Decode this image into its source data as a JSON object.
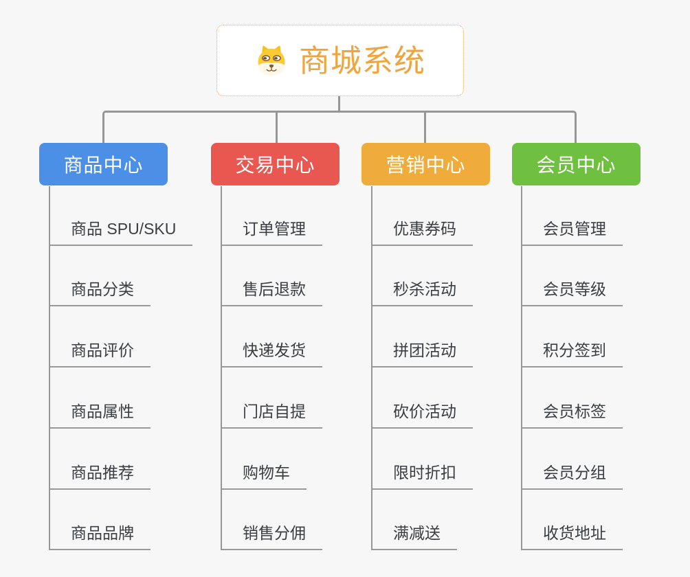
{
  "root": {
    "title": "商城系统",
    "icon": "doge-icon",
    "border_color": "#F0A945",
    "text_color": "#F0A43E"
  },
  "connector_color": "#969696",
  "branches": [
    {
      "label": "商品中心",
      "color": "#4B8FE7",
      "children": [
        "商品 SPU/SKU",
        "商品分类",
        "商品评价",
        "商品属性",
        "商品推荐",
        "商品品牌"
      ]
    },
    {
      "label": "交易中心",
      "color": "#E85750",
      "children": [
        "订单管理",
        "售后退款",
        "快递发货",
        "门店自提",
        "购物车",
        "销售分佣"
      ]
    },
    {
      "label": "营销中心",
      "color": "#EFAC3B",
      "children": [
        "优惠券码",
        "秒杀活动",
        "拼团活动",
        "砍价活动",
        "限时折扣",
        "满减送"
      ]
    },
    {
      "label": "会员中心",
      "color": "#6FC040",
      "children": [
        "会员管理",
        "会员等级",
        "积分签到",
        "会员标签",
        "会员分组",
        "收货地址"
      ]
    }
  ]
}
